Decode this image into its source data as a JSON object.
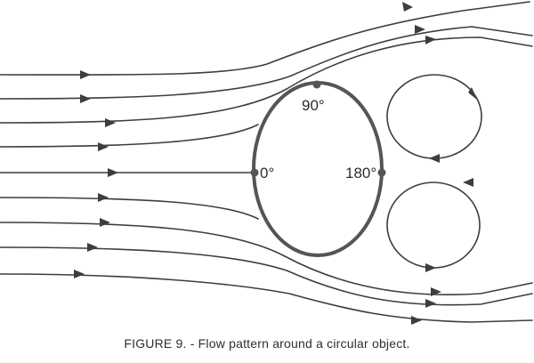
{
  "diagram": {
    "labels": {
      "deg_0": "0°",
      "deg_90": "90°",
      "deg_180": "180°"
    },
    "caption": "FIGURE 9. - Flow pattern around a circular object.",
    "colors": {
      "stroke": "#3d3d3d",
      "object": "#555555"
    }
  }
}
